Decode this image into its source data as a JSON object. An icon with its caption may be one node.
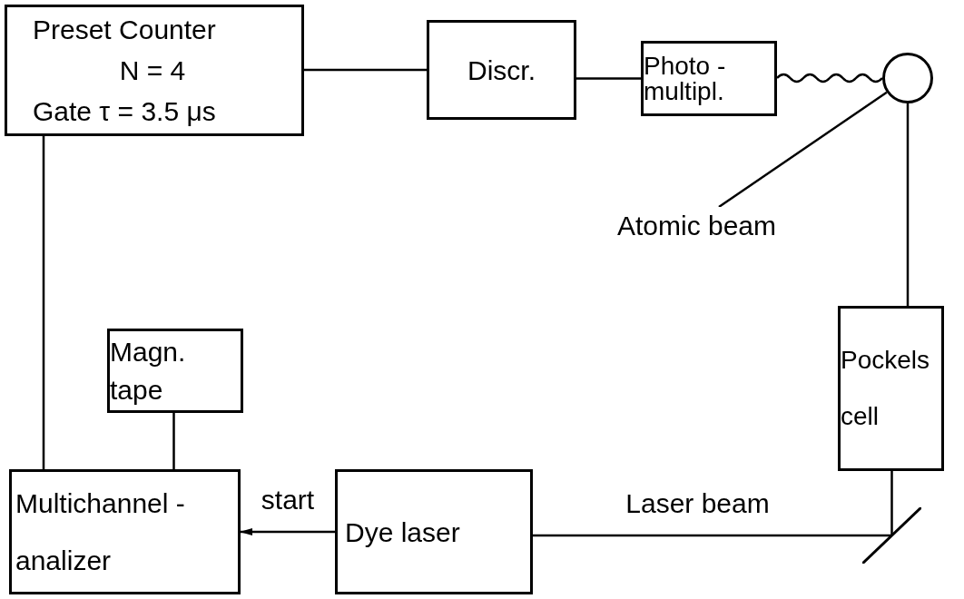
{
  "diagram": {
    "nodes": [
      {
        "text": [
          "Preset Counter",
          "N = 4",
          "Gate τ = 3.5 μs"
        ]
      },
      {
        "text": [
          "Discr."
        ]
      },
      {
        "text": [
          "Photo - multipl."
        ]
      },
      {
        "text": [],
        "shape": "circle"
      },
      {
        "text": [
          "Atomic beam"
        ]
      },
      {
        "text": [
          "Pockels cell"
        ]
      },
      {
        "text": [],
        "shape": "bar"
      },
      {
        "text": [
          "Dye laser"
        ]
      },
      {
        "text": [
          "Multichannel - analizer"
        ]
      },
      {
        "text": [
          "Magn. tape"
        ]
      }
    ],
    "edges": [
      {
        "from": 0,
        "to": 1,
        "arrow": "none"
      },
      {
        "from": 1,
        "to": 2,
        "arrow": "none"
      },
      {
        "from": 2,
        "to": 3,
        "arrow": "none"
      },
      {
        "from": 4,
        "to": 3,
        "arrow": "none"
      },
      {
        "from": 3,
        "to": 5,
        "arrow": "none"
      },
      {
        "from": 5,
        "to": 6,
        "arrow": "none"
      },
      {
        "from": 7,
        "to": 6,
        "label": "Laser beam",
        "arrow": "none"
      },
      {
        "from": 7,
        "to": 8,
        "label": "start",
        "arrow": "to"
      },
      {
        "from": 9,
        "to": 8,
        "arrow": "none"
      },
      {
        "from": 0,
        "to": 8,
        "arrow": "none"
      }
    ]
  }
}
